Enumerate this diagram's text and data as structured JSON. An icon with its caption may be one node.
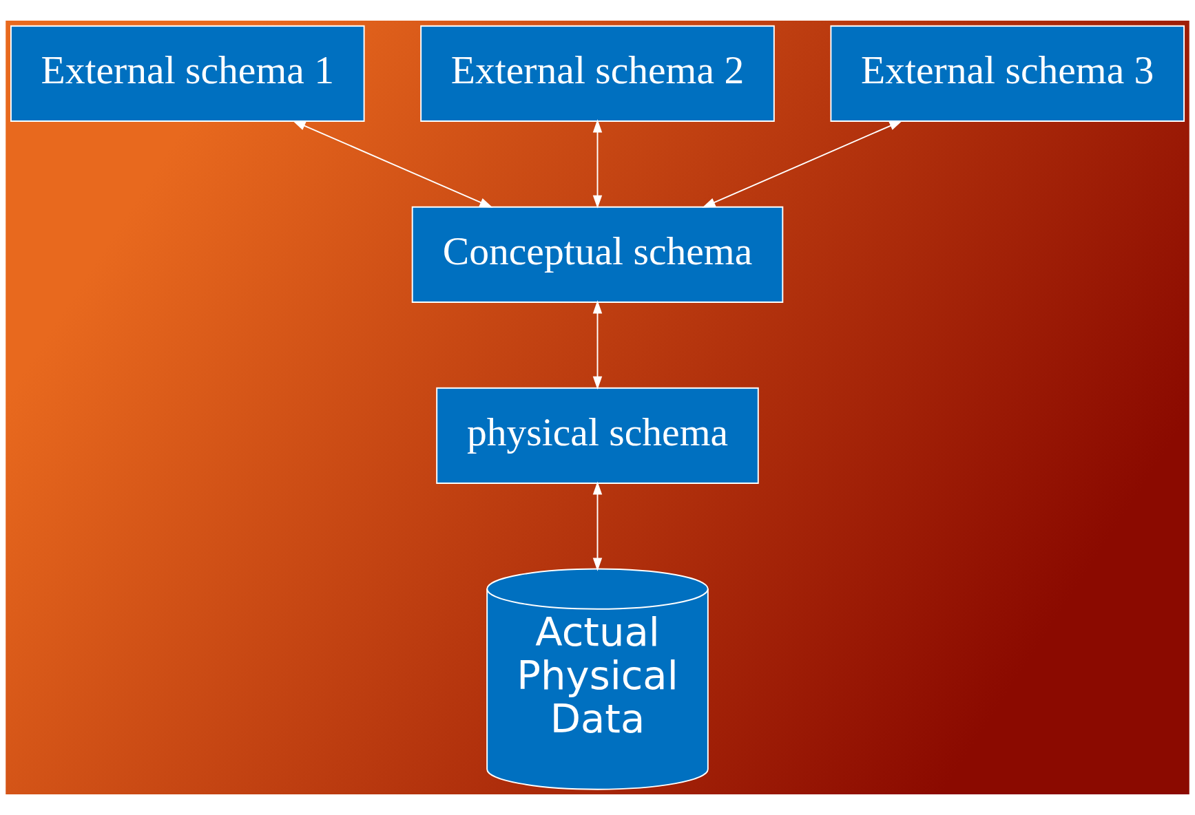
{
  "diagram": {
    "nodes": [
      {
        "text": [
          "External schema 1"
        ]
      },
      {
        "text": [
          "External schema 2"
        ]
      },
      {
        "text": [
          "External schema 3"
        ]
      },
      {
        "text": [
          "Conceptual schema"
        ]
      },
      {
        "text": [
          "physical schema"
        ]
      },
      {
        "text": [
          "Actual Physical Data"
        ]
      }
    ],
    "edges": [
      {
        "from": 0,
        "to": 3,
        "arrow": "both"
      },
      {
        "from": 1,
        "to": 3,
        "arrow": "both"
      },
      {
        "from": 2,
        "to": 3,
        "arrow": "both"
      },
      {
        "from": 3,
        "to": 4,
        "arrow": "both"
      },
      {
        "from": 4,
        "to": 5,
        "arrow": "both"
      }
    ]
  }
}
